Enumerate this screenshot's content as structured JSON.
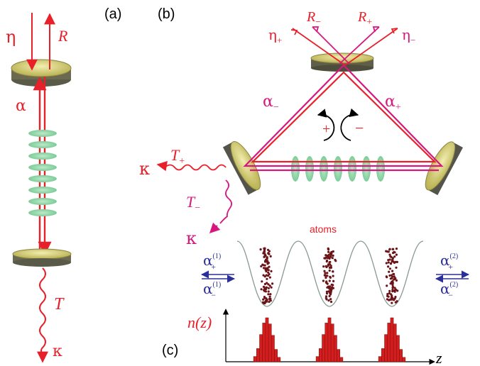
{
  "colors": {
    "red": "#e8202a",
    "magenta": "#d6187e",
    "blue": "#2b2f9a",
    "mirror": "#d8d27a",
    "atomcloud": "#8fd8a8",
    "dot": "#6a1418",
    "potential": "#8a9a90",
    "bar": "#d41e1e"
  },
  "panel_a": {
    "label": "(a)",
    "eta": "η",
    "R": "R",
    "alpha": "α",
    "T": "T",
    "kappa": "κ"
  },
  "panel_b": {
    "label": "(b)",
    "R_minus": "R",
    "R_minus_sub": "−",
    "R_plus": "R",
    "R_plus_sub": "+",
    "eta_plus": "η",
    "eta_plus_sub": "+",
    "eta_minus": "η",
    "eta_minus_sub": "−",
    "alpha_minus": "α",
    "alpha_minus_sub": "−",
    "alpha_plus": "α",
    "alpha_plus_sub": "+",
    "mode_plus": "+",
    "mode_minus": "−",
    "T_plus": "T",
    "T_plus_sub": "+",
    "T_minus": "T",
    "T_minus_sub": "−",
    "kappa_plus": "κ",
    "kappa_minus": "κ"
  },
  "panel_c": {
    "label": "(c)",
    "atoms": "atoms",
    "alpha_left": "α",
    "alpha_left_sup_top": "(1)",
    "alpha_left_sub_top": "+",
    "alpha_left_sup_bot": "(1)",
    "alpha_left_sub_bot": "−",
    "alpha_right": "α",
    "alpha_right_sup_top": "(2)",
    "alpha_right_sub_top": "+",
    "alpha_right_sup_bot": "(2)",
    "alpha_right_sub_bot": "−",
    "n_of_z": "n(z)",
    "z": "z"
  },
  "histogram": {
    "peaks": 3,
    "bins_per_peak": [
      0.12,
      0.3,
      0.62,
      0.88,
      1.0,
      0.86,
      0.6,
      0.28,
      0.1
    ]
  }
}
